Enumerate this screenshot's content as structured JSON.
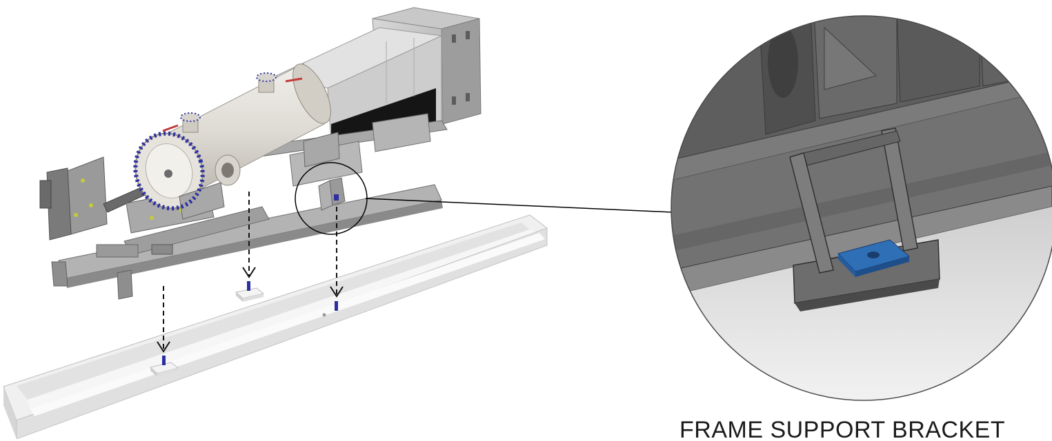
{
  "diagram": {
    "callout_caption": "FRAME SUPPORT BRACKET",
    "colors": {
      "background": "#ffffff",
      "steel": "#8f9397",
      "dark_steel": "#5e6266",
      "vessel": "#dcd9d2",
      "bolt_blue": "#2c2fa0",
      "plate_blue": "#2f6fb6",
      "tray": "#ececec",
      "leader": "#000000"
    },
    "components": [
      "equipment-skid",
      "pressure-vessel",
      "electrical-enclosure",
      "base-tray",
      "mounting-pads",
      "frame-support-bracket"
    ]
  }
}
